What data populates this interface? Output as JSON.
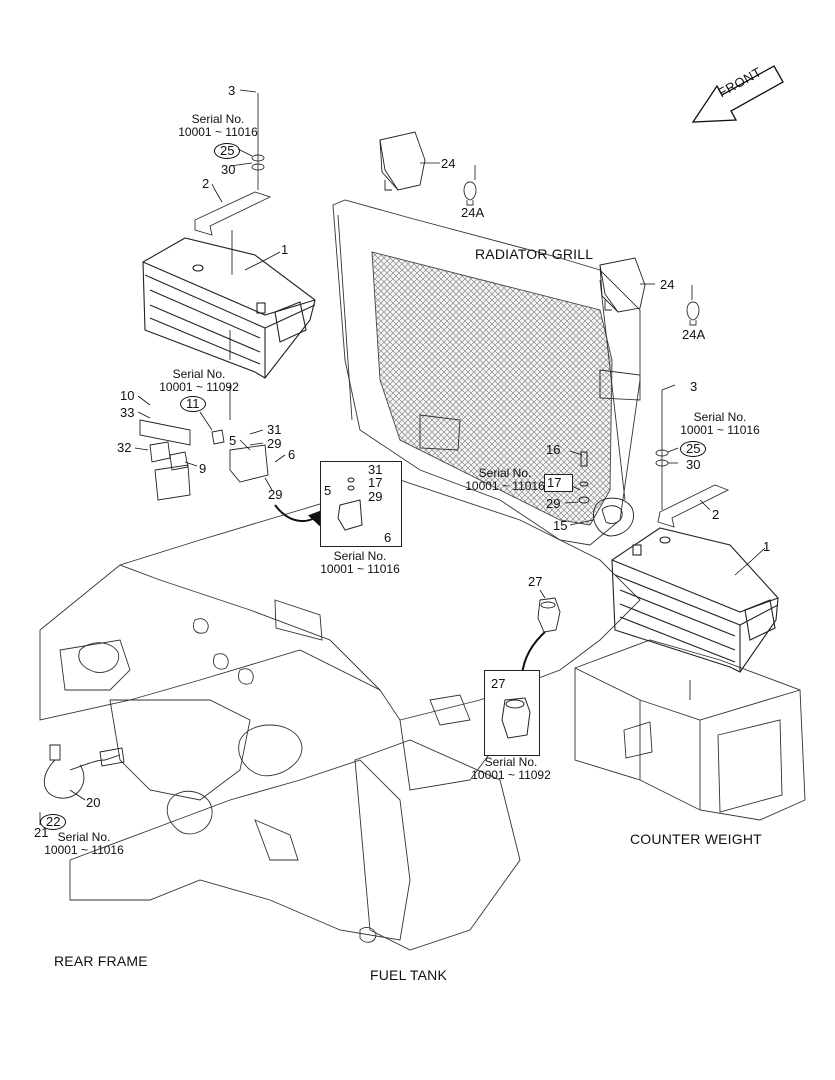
{
  "areas": {
    "radiator_grill": "RADIATOR GRILL",
    "counter_weight": "COUNTER WEIGHT",
    "rear_frame": "REAR FRAME",
    "fuel_tank": "FUEL TANK",
    "front": "FRONT"
  },
  "serial_prefix": "Serial No.",
  "serials": {
    "s11016": "10001 ~ 11016",
    "s11092": "10001 ~ 11092"
  },
  "parts": {
    "p1": "1",
    "p2": "2",
    "p3": "3",
    "p5": "5",
    "p6": "6",
    "p9": "9",
    "p10": "10",
    "p11": "11",
    "p15": "15",
    "p16": "16",
    "p17": "17",
    "p20": "20",
    "p21": "21",
    "p22": "22",
    "p24": "24",
    "p24a": "24A",
    "p25": "25",
    "p27": "27",
    "p29": "29",
    "p30": "30",
    "p31": "31",
    "p32": "32",
    "p33": "33"
  }
}
